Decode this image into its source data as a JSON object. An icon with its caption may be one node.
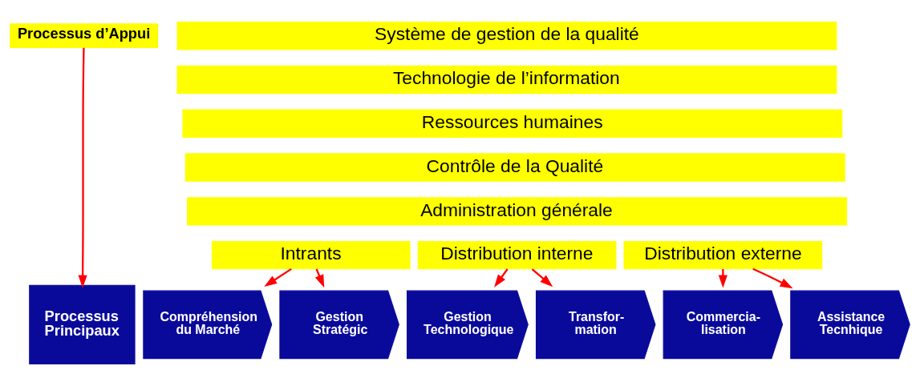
{
  "diagram": {
    "nodes": [
      {
        "text": [
          "Processus d’Appui"
        ]
      },
      {
        "text": [
          "Système de gestion de la qualité"
        ]
      },
      {
        "text": [
          "Technologie de l’information"
        ]
      },
      {
        "text": [
          "Ressources humaines"
        ]
      },
      {
        "text": [
          "Contrôle de la Qualité"
        ]
      },
      {
        "text": [
          "Administration générale"
        ]
      },
      {
        "text": [
          "Intrants"
        ]
      },
      {
        "text": [
          "Distribution interne"
        ]
      },
      {
        "text": [
          "Distribution externe"
        ]
      },
      {
        "text": [
          "Processus Principaux"
        ]
      },
      {
        "text": [
          "Compréhension du Marché"
        ]
      },
      {
        "text": [
          "Gestion Stratégic"
        ]
      },
      {
        "text": [
          "Gestion Technologique"
        ]
      },
      {
        "text": [
          "Transfor- mation"
        ]
      },
      {
        "text": [
          "Commercia- lisation"
        ]
      },
      {
        "text": [
          "Assistance Tecnhique"
        ]
      }
    ],
    "edges": [
      {
        "from": 0,
        "to": 9,
        "arrow": "to"
      },
      {
        "from": 6,
        "to": 10,
        "arrow": "to"
      },
      {
        "from": 6,
        "to": 11,
        "arrow": "to"
      },
      {
        "from": 7,
        "to": 12,
        "arrow": "to"
      },
      {
        "from": 7,
        "to": 13,
        "arrow": "to"
      },
      {
        "from": 8,
        "to": 14,
        "arrow": "to"
      },
      {
        "from": 8,
        "to": 15,
        "arrow": "to"
      }
    ]
  }
}
